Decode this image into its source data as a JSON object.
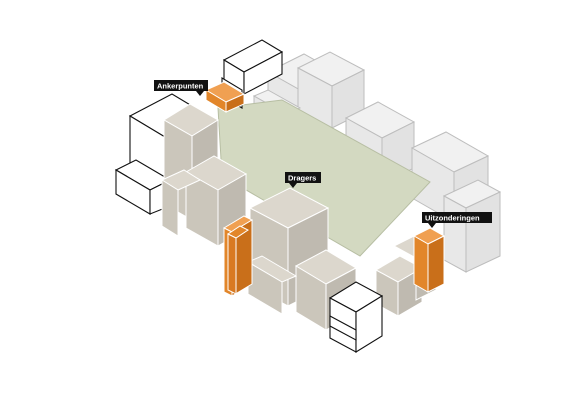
{
  "diagram": {
    "labels": {
      "ankerpunten": "Ankerpunten",
      "dragers": "Dragers",
      "uitzonderingen": "Uitzonderingen"
    },
    "colors": {
      "background": "#ffffff",
      "courtyard": "#d3d9c1",
      "carrier_top": "#dcd7cd",
      "carrier_left": "#cbc6bb",
      "carrier_right": "#bfbab0",
      "anchor_orange": "#e2862a",
      "anchor_orange_dark": "#c96f1a",
      "exception_top": "#ffffff",
      "exception_stroke": "#111111",
      "context_fill": "#eeeeee",
      "context_stroke": "#bdbdbd",
      "label_bg": "#111111",
      "label_text": "#ffffff"
    }
  }
}
